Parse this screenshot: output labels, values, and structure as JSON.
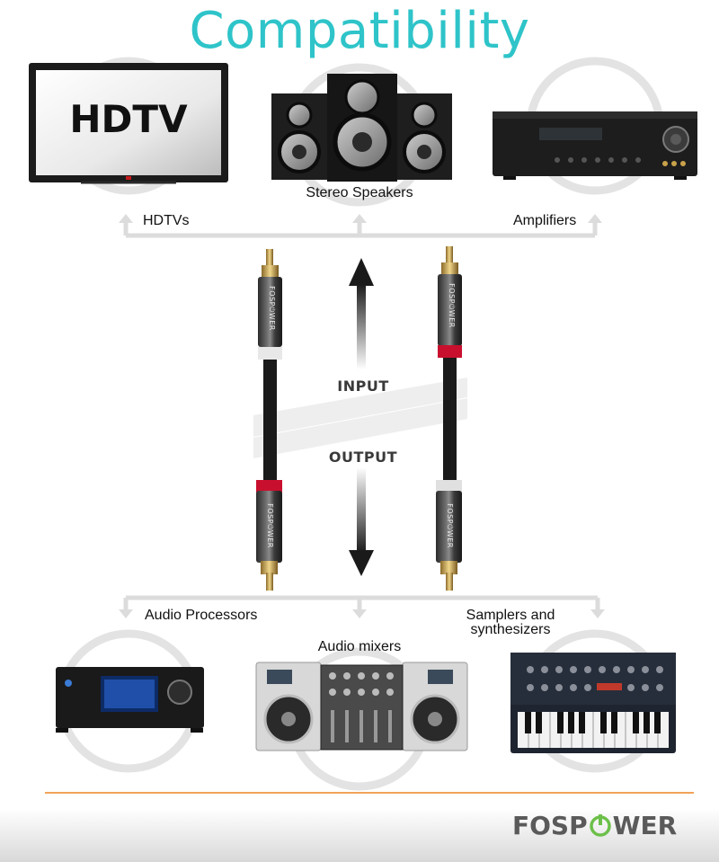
{
  "title": "Compatibility",
  "top_devices": {
    "hdtv_screen_text": "HDTV",
    "hdtvs_label": "HDTVs",
    "speakers_label": "Stereo Speakers",
    "amplifiers_label": "Amplifiers"
  },
  "middle": {
    "input_label": "INPUT",
    "output_label": "OUTPUT",
    "cable_brand": "FOSP⏻WER"
  },
  "bottom_devices": {
    "audio_processors_label": "Audio Processors",
    "audio_mixers_label": "Audio mixers",
    "samplers_label_line1": "Samplers and",
    "samplers_label_line2": "synthesizers"
  },
  "brand": {
    "logo_text_left": "FOSP",
    "logo_text_right": "WER"
  },
  "colors": {
    "title": "#2ec4c9",
    "orange_rule": "#f2a35a",
    "connector_red": "#c8102e",
    "connector_white": "#e8e8e8"
  }
}
